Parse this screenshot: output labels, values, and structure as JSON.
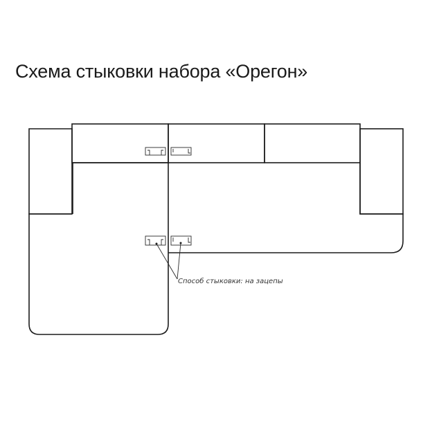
{
  "diagram": {
    "title": "Схема стыковки набора «Орегон»",
    "annotation": "Способ стыковки: на зацепы",
    "line_color": "#1c1c1c",
    "background": "#ffffff",
    "modules": [
      {
        "id": "left-arm",
        "label": "Left armrest"
      },
      {
        "id": "back-left",
        "label": "Back section (left)"
      },
      {
        "id": "back-middle",
        "label": "Back section (middle)"
      },
      {
        "id": "back-right",
        "label": "Back section (right)"
      },
      {
        "id": "right-arm",
        "label": "Right armrest"
      },
      {
        "id": "chaise-seat",
        "label": "Chaise seat"
      },
      {
        "id": "main-seat",
        "label": "Main seat"
      }
    ],
    "connectors": [
      {
        "id": "hook-top-left"
      },
      {
        "id": "hook-top-right"
      },
      {
        "id": "hook-bottom-left"
      },
      {
        "id": "hook-bottom-right"
      }
    ]
  }
}
